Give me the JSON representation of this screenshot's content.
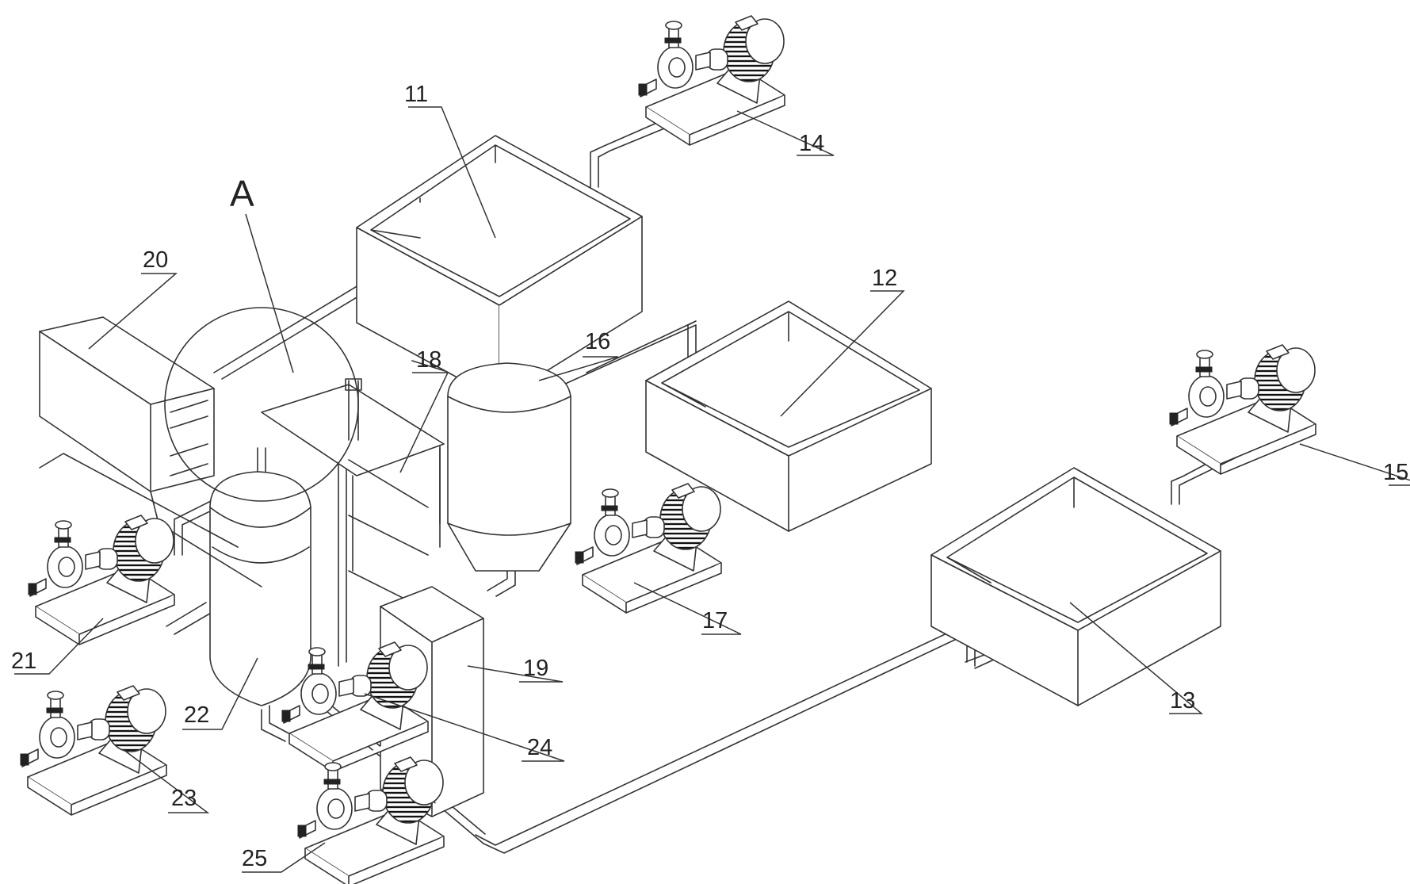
{
  "labels": {
    "n11": "11",
    "n12": "12",
    "n13": "13",
    "n14": "14",
    "n15": "15",
    "n16": "16",
    "n17": "17",
    "n18": "18",
    "n19": "19",
    "n20": "20",
    "n21": "21",
    "n22": "22",
    "n23": "23",
    "n24": "24",
    "n25": "25",
    "detail": "A"
  }
}
